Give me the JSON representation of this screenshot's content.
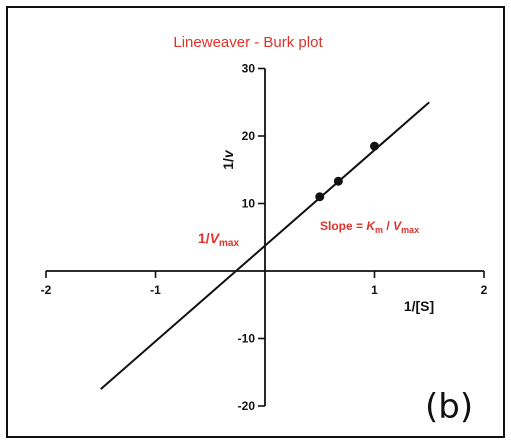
{
  "colors": {
    "accent_red": "#e0312b",
    "ink": "#111111",
    "frame": "#111111",
    "background": "#ffffff"
  },
  "panel_label": "(b)",
  "annotations": {
    "slope": {
      "prefix": "Slope = ",
      "k": "K",
      "k_sub": "m",
      "sep": " / ",
      "v": "V",
      "v_sub": "max"
    },
    "intercept": {
      "prefix": "1/",
      "v": "V",
      "v_sub": "max"
    }
  },
  "chart_data": {
    "type": "line",
    "title": "Lineweaver - Burk plot",
    "xlabel": "1/[S]",
    "ylabel": "1/",
    "ylabel_italic": "v",
    "xlim": [
      -2.0,
      2.0
    ],
    "ylim": [
      -20,
      30
    ],
    "xticks": [
      -2,
      -1,
      1,
      2
    ],
    "yticks": [
      -20,
      -10,
      10,
      20,
      30
    ],
    "grid": false,
    "series": [
      {
        "kind": "fit-line",
        "x": [
          -1.5,
          1.5
        ],
        "y": [
          -17.5,
          25.0
        ]
      },
      {
        "kind": "points",
        "x": [
          0.5,
          0.67,
          1.0
        ],
        "y": [
          11.0,
          13.3,
          18.5
        ]
      }
    ]
  }
}
